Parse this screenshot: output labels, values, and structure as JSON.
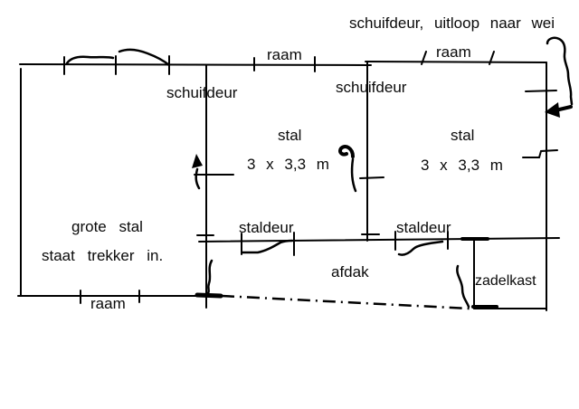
{
  "colors": {
    "ink": "#000000",
    "background": "#ffffff"
  },
  "note_top": "schuifdeur, uitloop naar wei",
  "windows": {
    "raam_top_middle": "raam",
    "raam_top_right": "raam",
    "raam_bottom_left": "raam"
  },
  "doors": {
    "schuifdeur_left": "schuifdeur",
    "schuifdeur_middle": "schuifdeur",
    "staldeur_left": "staldeur",
    "staldeur_right": "staldeur"
  },
  "rooms": {
    "grote_stal": {
      "line1": "grote stal",
      "line2": "staat trekker in."
    },
    "stal_middle": {
      "label": "stal",
      "size": "3 x 3,3 m"
    },
    "stal_right": {
      "label": "stal",
      "size": "3 x 3,3 m"
    },
    "afdak": {
      "label": "afdak"
    },
    "zadelkast": {
      "label": "zadelkast"
    }
  }
}
